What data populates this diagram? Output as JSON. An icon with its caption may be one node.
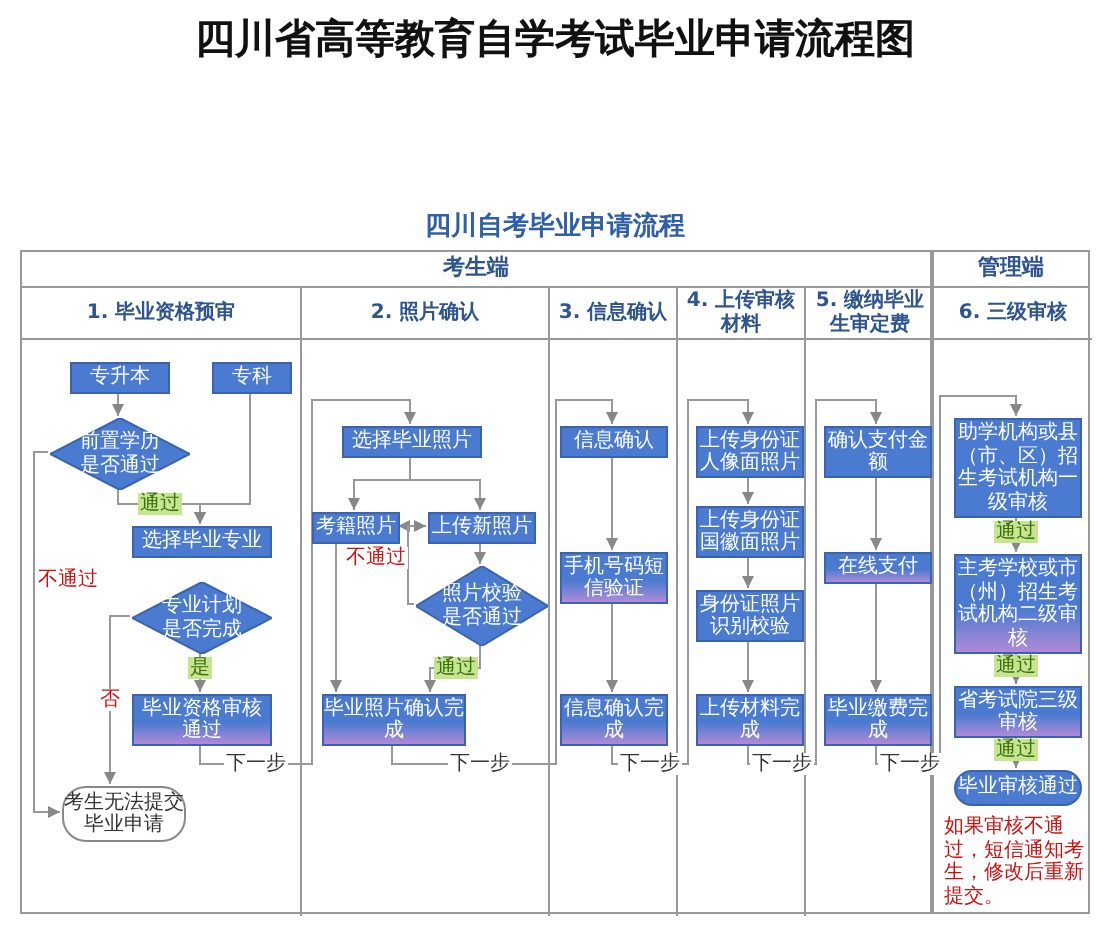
{
  "diagram": {
    "title": "四川省高等教育自学考试毕业申请流程图",
    "nodes": [
      {
        "text": [
          "考生端"
        ]
      },
      {
        "text": [
          "管理端"
        ]
      },
      {
        "text": [
          "1. 毕业资格预审"
        ],
        "in": 0
      },
      {
        "text": [
          "2. 照片确认"
        ],
        "in": 0
      },
      {
        "text": [
          "3. 信息确认"
        ],
        "in": 0
      },
      {
        "text": [
          "4. 上传审核材料"
        ],
        "in": 0
      },
      {
        "text": [
          "5. 缴纳毕业生审定费"
        ],
        "in": 0
      },
      {
        "text": [
          "6. 三级审核"
        ],
        "in": 1
      },
      {
        "text": [
          "专升本"
        ],
        "in": 2
      },
      {
        "text": [
          "专科"
        ],
        "in": 2
      },
      {
        "text": [
          "前置学历是否通过"
        ],
        "in": 2
      },
      {
        "text": [
          "选择毕业专业"
        ],
        "in": 2
      },
      {
        "text": [
          "专业计划是否完成"
        ],
        "in": 2
      },
      {
        "text": [
          "毕业资格审核通过"
        ],
        "in": 2
      },
      {
        "text": [
          "考生无法提交毕业申请"
        ],
        "in": 2
      },
      {
        "text": [
          "选择毕业照片"
        ],
        "in": 3
      },
      {
        "text": [
          "考籍照片"
        ],
        "in": 3
      },
      {
        "text": [
          "上传新照片"
        ],
        "in": 3
      },
      {
        "text": [
          "照片校验是否通过"
        ],
        "in": 3
      },
      {
        "text": [
          "毕业照片确认完成"
        ],
        "in": 3
      },
      {
        "text": [
          "信息确认"
        ],
        "in": 4
      },
      {
        "text": [
          "手机号码短信验证"
        ],
        "in": 4
      },
      {
        "text": [
          "信息确认完成"
        ],
        "in": 4
      },
      {
        "text": [
          "上传身份证人像面照片"
        ],
        "in": 5
      },
      {
        "text": [
          "上传身份证国徽面照片"
        ],
        "in": 5
      },
      {
        "text": [
          "身份证照片识别校验"
        ],
        "in": 5
      },
      {
        "text": [
          "上传材料完成"
        ],
        "in": 5
      },
      {
        "text": [
          "确认支付金额"
        ],
        "in": 6
      },
      {
        "text": [
          "在线支付"
        ],
        "in": 6
      },
      {
        "text": [
          "毕业缴费完成"
        ],
        "in": 6
      },
      {
        "text": [
          "助学机构或县（市、区）招生考试机构一级审核"
        ],
        "in": 7
      },
      {
        "text": [
          "主考学校或市（州）招生考试机构二级审核"
        ],
        "in": 7
      },
      {
        "text": [
          "省考试院三级审核"
        ],
        "in": 7
      },
      {
        "text": [
          "毕业审核通过"
        ],
        "in": 7
      }
    ],
    "edges": [
      {
        "from": 8,
        "to": 10,
        "arrow": "to"
      },
      {
        "from": 10,
        "to": 11,
        "arrow": "to",
        "label": "通过"
      },
      {
        "from": 9,
        "to": 11,
        "arrow": "to"
      },
      {
        "from": 10,
        "to": 14,
        "arrow": "to",
        "label": "不通过"
      },
      {
        "from": 12,
        "to": 14,
        "arrow": "to",
        "label": "否"
      },
      {
        "from": 12,
        "to": 13,
        "arrow": "to",
        "label": "是"
      },
      {
        "from": 13,
        "to": 15,
        "arrow": "to",
        "label": "下一步"
      },
      {
        "from": 15,
        "to": 16,
        "arrow": "to"
      },
      {
        "from": 15,
        "to": 17,
        "arrow": "to"
      },
      {
        "from": 17,
        "to": 18,
        "arrow": "to"
      },
      {
        "from": 18,
        "to": 16,
        "arrow": "to",
        "label": "不通过"
      },
      {
        "from": 18,
        "to": 17,
        "arrow": "to"
      },
      {
        "from": 16,
        "to": 19,
        "arrow": "to"
      },
      {
        "from": 18,
        "to": 19,
        "arrow": "to",
        "label": "通过"
      },
      {
        "from": 19,
        "to": 20,
        "arrow": "to",
        "label": "下一步"
      },
      {
        "from": 20,
        "to": 21,
        "arrow": "to"
      },
      {
        "from": 21,
        "to": 22,
        "arrow": "to"
      },
      {
        "from": 22,
        "to": 23,
        "arrow": "to",
        "label": "下一步"
      },
      {
        "from": 23,
        "to": 24,
        "arrow": "to"
      },
      {
        "from": 24,
        "to": 25,
        "arrow": "to"
      },
      {
        "from": 25,
        "to": 26,
        "arrow": "to"
      },
      {
        "from": 26,
        "to": 27,
        "arrow": "to",
        "label": "下一步"
      },
      {
        "from": 27,
        "to": 28,
        "arrow": "to"
      },
      {
        "from": 28,
        "to": 29,
        "arrow": "to"
      },
      {
        "from": 29,
        "to": 30,
        "arrow": "to",
        "label": "下一步"
      },
      {
        "from": 30,
        "to": 31,
        "arrow": "to",
        "label": "通过"
      },
      {
        "from": 31,
        "to": 32,
        "arrow": "to",
        "label": "通过"
      },
      {
        "from": 32,
        "to": 33,
        "arrow": "to",
        "label": "通过"
      }
    ],
    "labels": [
      "四川自考毕业申请流程",
      "如果审核不通过，短信通知考生，修改后重新提交。"
    ]
  }
}
